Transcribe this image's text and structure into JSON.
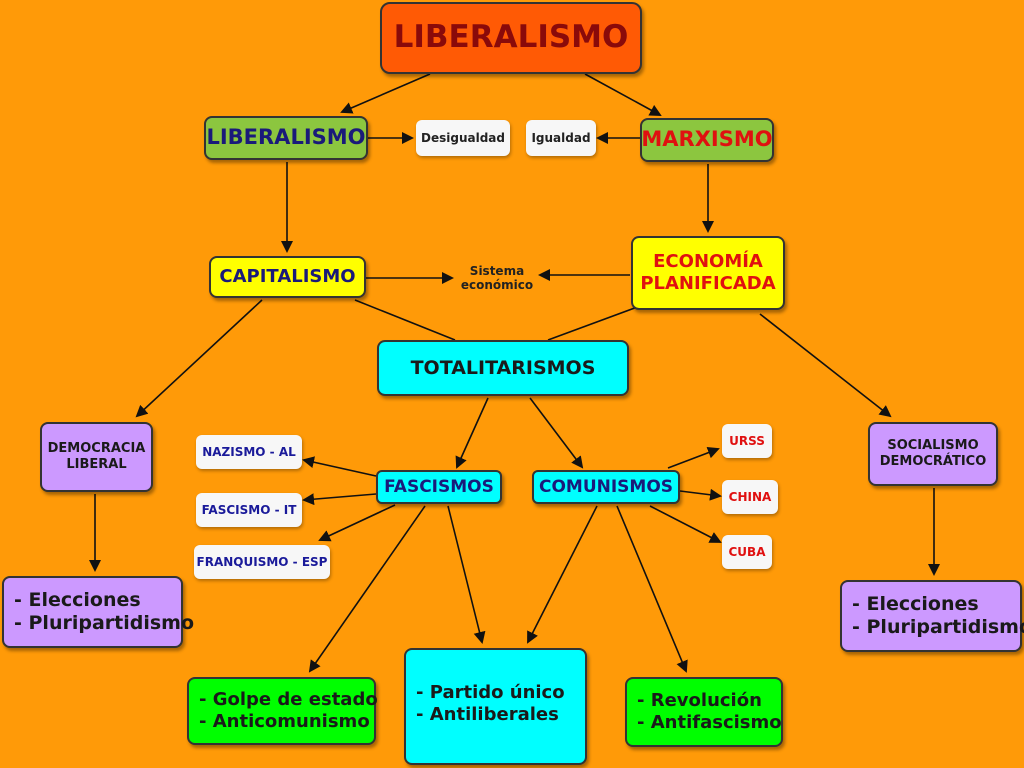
{
  "nodes": {
    "root": "LIBERALISMO",
    "liberalismo": "LIBERALISMO",
    "desigualdad": "Desigualdad",
    "igualdad": "Igualdad",
    "marxismo": "MARXISMO",
    "capitalismo": "CAPITALISMO",
    "sistema": "Sistema\neconómico",
    "economia": "ECONOMÍA\nPLANIFICADA",
    "totalitarismos": "TOTALITARISMOS",
    "democracia": "DEMOCRACIA\nLIBERAL",
    "socialismo": "SOCIALISMO\nDEMOCRÁTICO",
    "nazismo": "NAZISMO - AL",
    "fascismo_it": "FASCISMO - IT",
    "franquismo": "FRANQUISMO - ESP",
    "fascismos": "FASCISMOS",
    "comunismos": "COMUNISMOS",
    "urss": "URSS",
    "china": "CHINA",
    "cuba": "CUBA",
    "elecciones_left": "- Elecciones\n- Pluripartidismo",
    "elecciones_right": "- Elecciones\n- Pluripartidismo",
    "golpe": "- Golpe de estado\n- Anticomunismo",
    "partido": "- Partido único\n- Antiliberales",
    "revolucion": "- Revolución\n- Antifascismo"
  },
  "colors": {
    "background": "#ff9a08",
    "root": "#ff5a05",
    "green_header": "#8cc63f",
    "yellow": "#ffff00",
    "cyan": "#00ffff",
    "purple": "#cc99ff",
    "green": "#00ff00",
    "white": "#f7f7f7",
    "text_navy": "#1a1a7a",
    "text_red": "#e01010"
  }
}
